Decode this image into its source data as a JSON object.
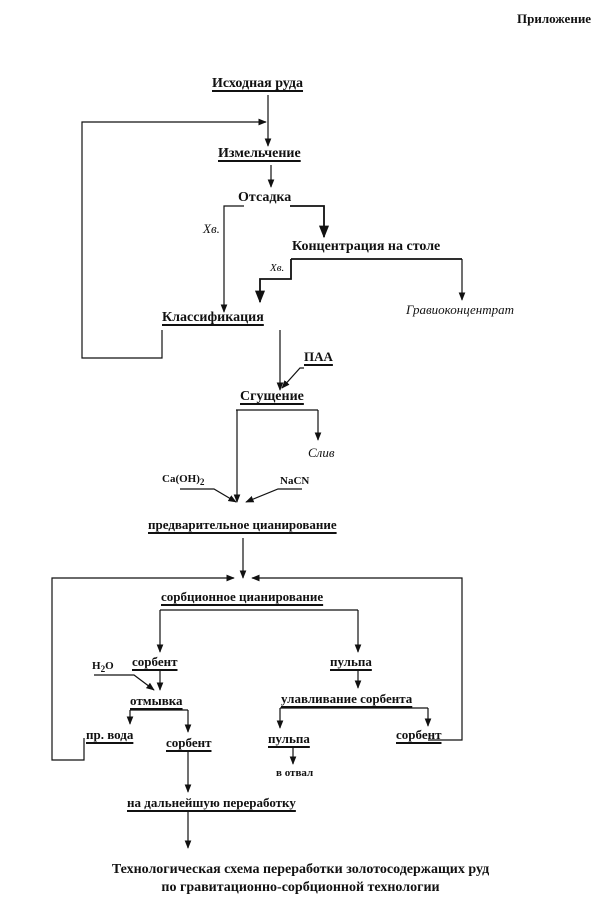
{
  "header": {
    "appendix": "Приложение"
  },
  "nodes": {
    "ore": "Исходная руда",
    "grinding": "Измельчение",
    "jigging": "Отсадка",
    "tabling": "Концентрация на столе",
    "classification": "Классификация",
    "thickening": "Сгущение",
    "precyanidation": "предварительное цианирование",
    "sorption": "сорбционное цианирование",
    "sorbent1": "сорбент",
    "pulp1": "пульпа",
    "washing": "отмывка",
    "capture": "улавливание сорбента",
    "washwater": "пр. вода",
    "sorbent2": "сорбент",
    "pulp2": "пульпа",
    "sorbent3": "сорбент",
    "further": "на дальнейшую переработку"
  },
  "side_labels": {
    "tails1": "Хв.",
    "tails2": "Хв.",
    "concentrate": "Гравиоконцентрат",
    "paa": "ПАА",
    "overflow": "Слив",
    "lime_base": "Ca(OH)",
    "lime_sub": "2",
    "nacn": "NaCN",
    "water_base": "H",
    "water_sub": "2",
    "water_end": "O",
    "dump": "в отвал"
  },
  "caption": {
    "line1": "Технологическая схема переработки золотосодержащих руд",
    "line2": "по гравитационно-сорбционной технологии"
  }
}
